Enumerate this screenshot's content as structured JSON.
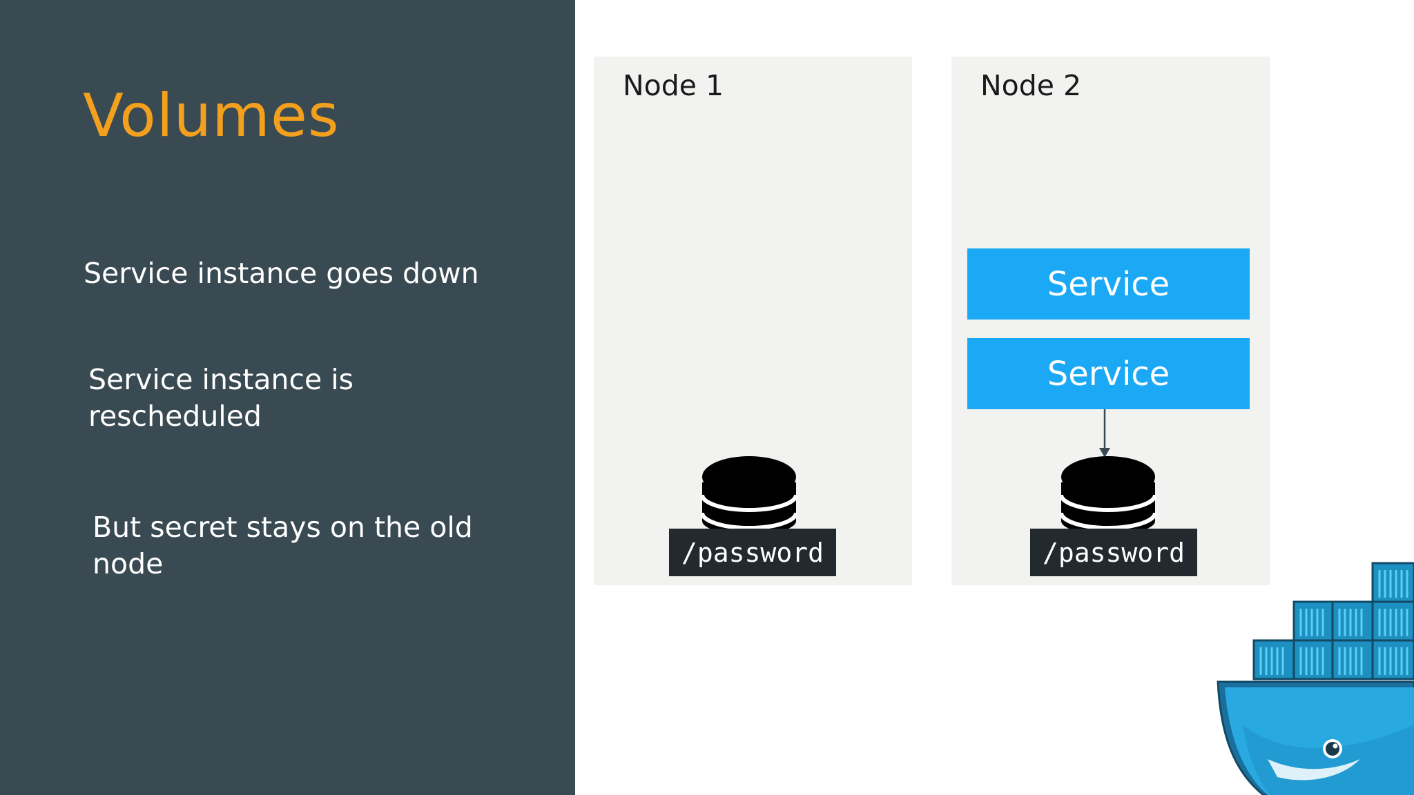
{
  "slide": {
    "title": "Volumes",
    "bullets": [
      "Service instance goes down",
      "Service instance is rescheduled",
      "But secret stays on the old node"
    ]
  },
  "diagram": {
    "nodes": [
      {
        "title": "Node 1",
        "volume_label": "/password",
        "services": []
      },
      {
        "title": "Node 2",
        "volume_label": "/password",
        "services": [
          "Service",
          "Service"
        ]
      }
    ]
  },
  "colors": {
    "left_panel": "#3a4a52",
    "title": "#f3a01e",
    "service_box": "#1ba9f5",
    "node_bg": "#f2f2f1",
    "label_bg": "#222a30"
  },
  "icons": [
    "database-icon",
    "docker-whale-logo"
  ]
}
